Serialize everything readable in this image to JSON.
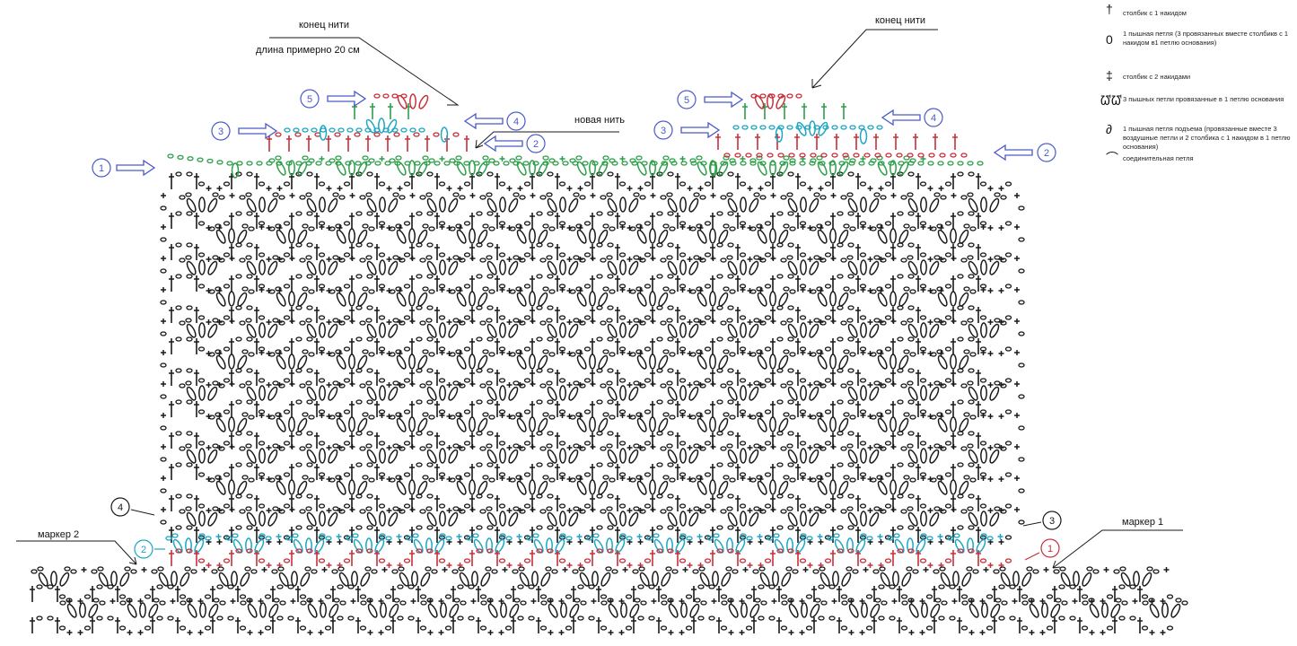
{
  "annotations": {
    "thread_end_left": "конец нити",
    "length_note": "длина примерно 20 см",
    "new_thread": "новая нить",
    "thread_end_right": "конец нити",
    "marker_2": "маркер 2",
    "marker_1": "маркер 1"
  },
  "row_markers": {
    "left": [
      "5",
      "3",
      "4",
      "2",
      "1"
    ],
    "right": [
      "5",
      "3",
      "4",
      "2"
    ],
    "black": [
      "4",
      "3"
    ],
    "bottom_cyan": "2",
    "bottom_red": "1"
  },
  "legend": [
    {
      "icon": "double-crochet-icon",
      "text": "столбик с 1 накидом"
    },
    {
      "icon": "puff-stitch-icon",
      "text": "1 пышная петля (3 провязанных вместе столбикв с 1 накидом в1 петлю основания)"
    },
    {
      "icon": "treble-crochet-icon",
      "text": "столбик с 2 накидами"
    },
    {
      "icon": "three-puff-fan-icon",
      "text": "3 пышных петли провязанные в 1 петлю основания"
    },
    {
      "icon": "starting-puff-icon",
      "text": "1 пышная петля подъема (провязанные вместе 3 воздушные петли и 2 столбика с 1 накидом в 1 петлю основания)"
    },
    {
      "icon": "slip-stitch-icon",
      "text": "соединительная петля"
    }
  ],
  "colors": {
    "marker_blue": "#4a5ac8",
    "row_green": "#2e9e4a",
    "row_cyan": "#1ba6c4",
    "row_red": "#c7303a",
    "ink": "#1a1a1a"
  }
}
